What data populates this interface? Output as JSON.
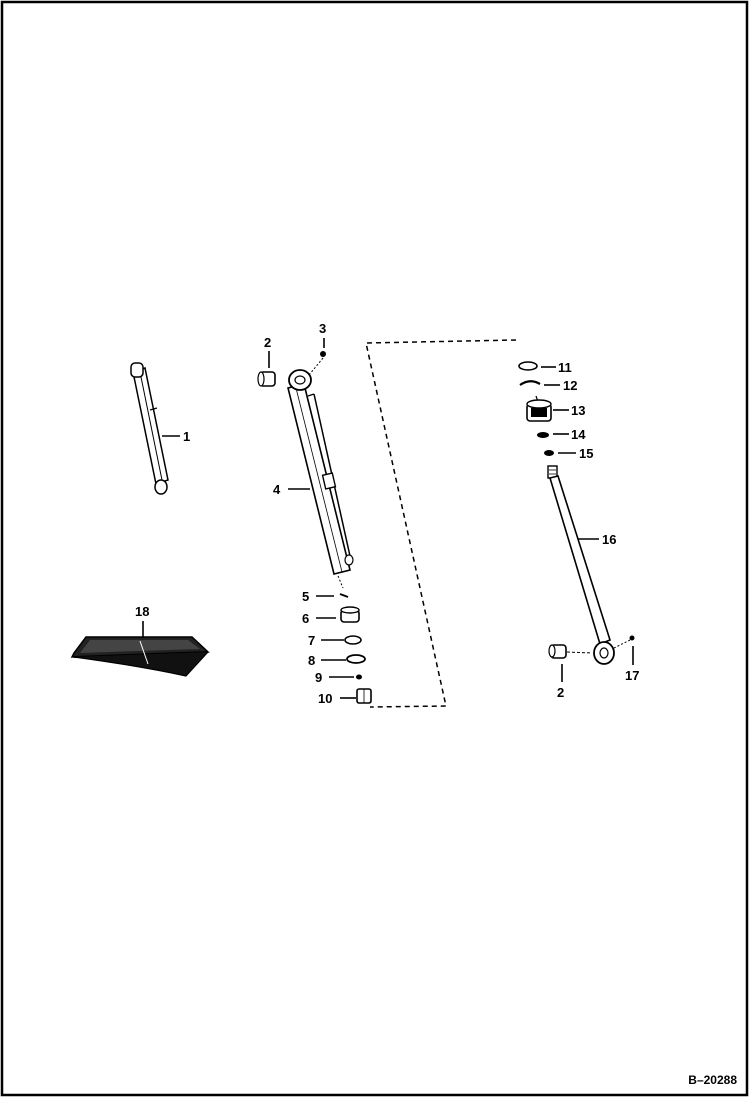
{
  "diagram": {
    "reference_code": "B–20288",
    "callouts": [
      {
        "id": "1",
        "label": "1"
      },
      {
        "id": "2a",
        "label": "2"
      },
      {
        "id": "3",
        "label": "3"
      },
      {
        "id": "4",
        "label": "4"
      },
      {
        "id": "5",
        "label": "5"
      },
      {
        "id": "6",
        "label": "6"
      },
      {
        "id": "7",
        "label": "7"
      },
      {
        "id": "8",
        "label": "8"
      },
      {
        "id": "9",
        "label": "9"
      },
      {
        "id": "10",
        "label": "10"
      },
      {
        "id": "11",
        "label": "11"
      },
      {
        "id": "12",
        "label": "12"
      },
      {
        "id": "13",
        "label": "13"
      },
      {
        "id": "14",
        "label": "14"
      },
      {
        "id": "15",
        "label": "15"
      },
      {
        "id": "16",
        "label": "16"
      },
      {
        "id": "2b",
        "label": "2"
      },
      {
        "id": "17",
        "label": "17"
      },
      {
        "id": "18",
        "label": "18"
      }
    ]
  }
}
